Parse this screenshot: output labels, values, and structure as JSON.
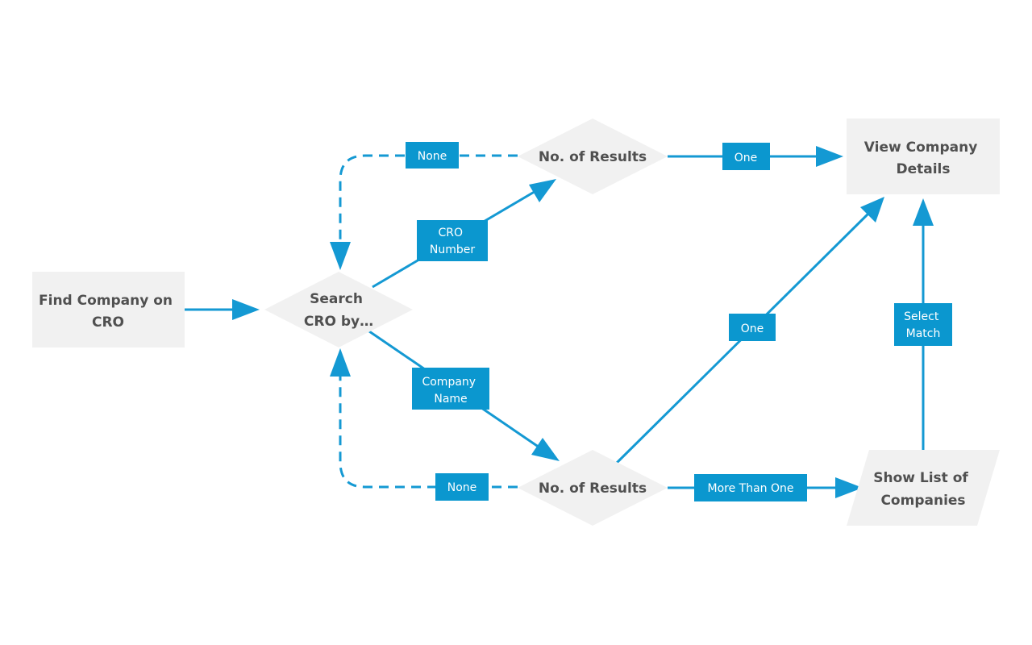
{
  "nodes": {
    "find_company": [
      "Find Company on",
      "CRO"
    ],
    "search_by": [
      "Search",
      "CRO by…"
    ],
    "results_top": [
      "No. of Results"
    ],
    "results_bottom": [
      "No. of Results"
    ],
    "view_details": [
      "View Company",
      "Details"
    ],
    "show_list": [
      "Show List of",
      "Companies"
    ]
  },
  "edge_labels": {
    "none_top": [
      "None"
    ],
    "cro_number": [
      "CRO",
      "Number"
    ],
    "one_top": [
      "One"
    ],
    "company_name": [
      "Company",
      "Name"
    ],
    "one_middle": [
      "One"
    ],
    "none_bottom": [
      "None"
    ],
    "more_than_one": [
      "More Than One"
    ],
    "select_match": [
      "Select",
      "Match"
    ]
  },
  "colors": {
    "accent": "#1499d3",
    "label_fill": "#0b97cf",
    "node_fill": "#f1f1f1",
    "node_text": "#505050"
  }
}
